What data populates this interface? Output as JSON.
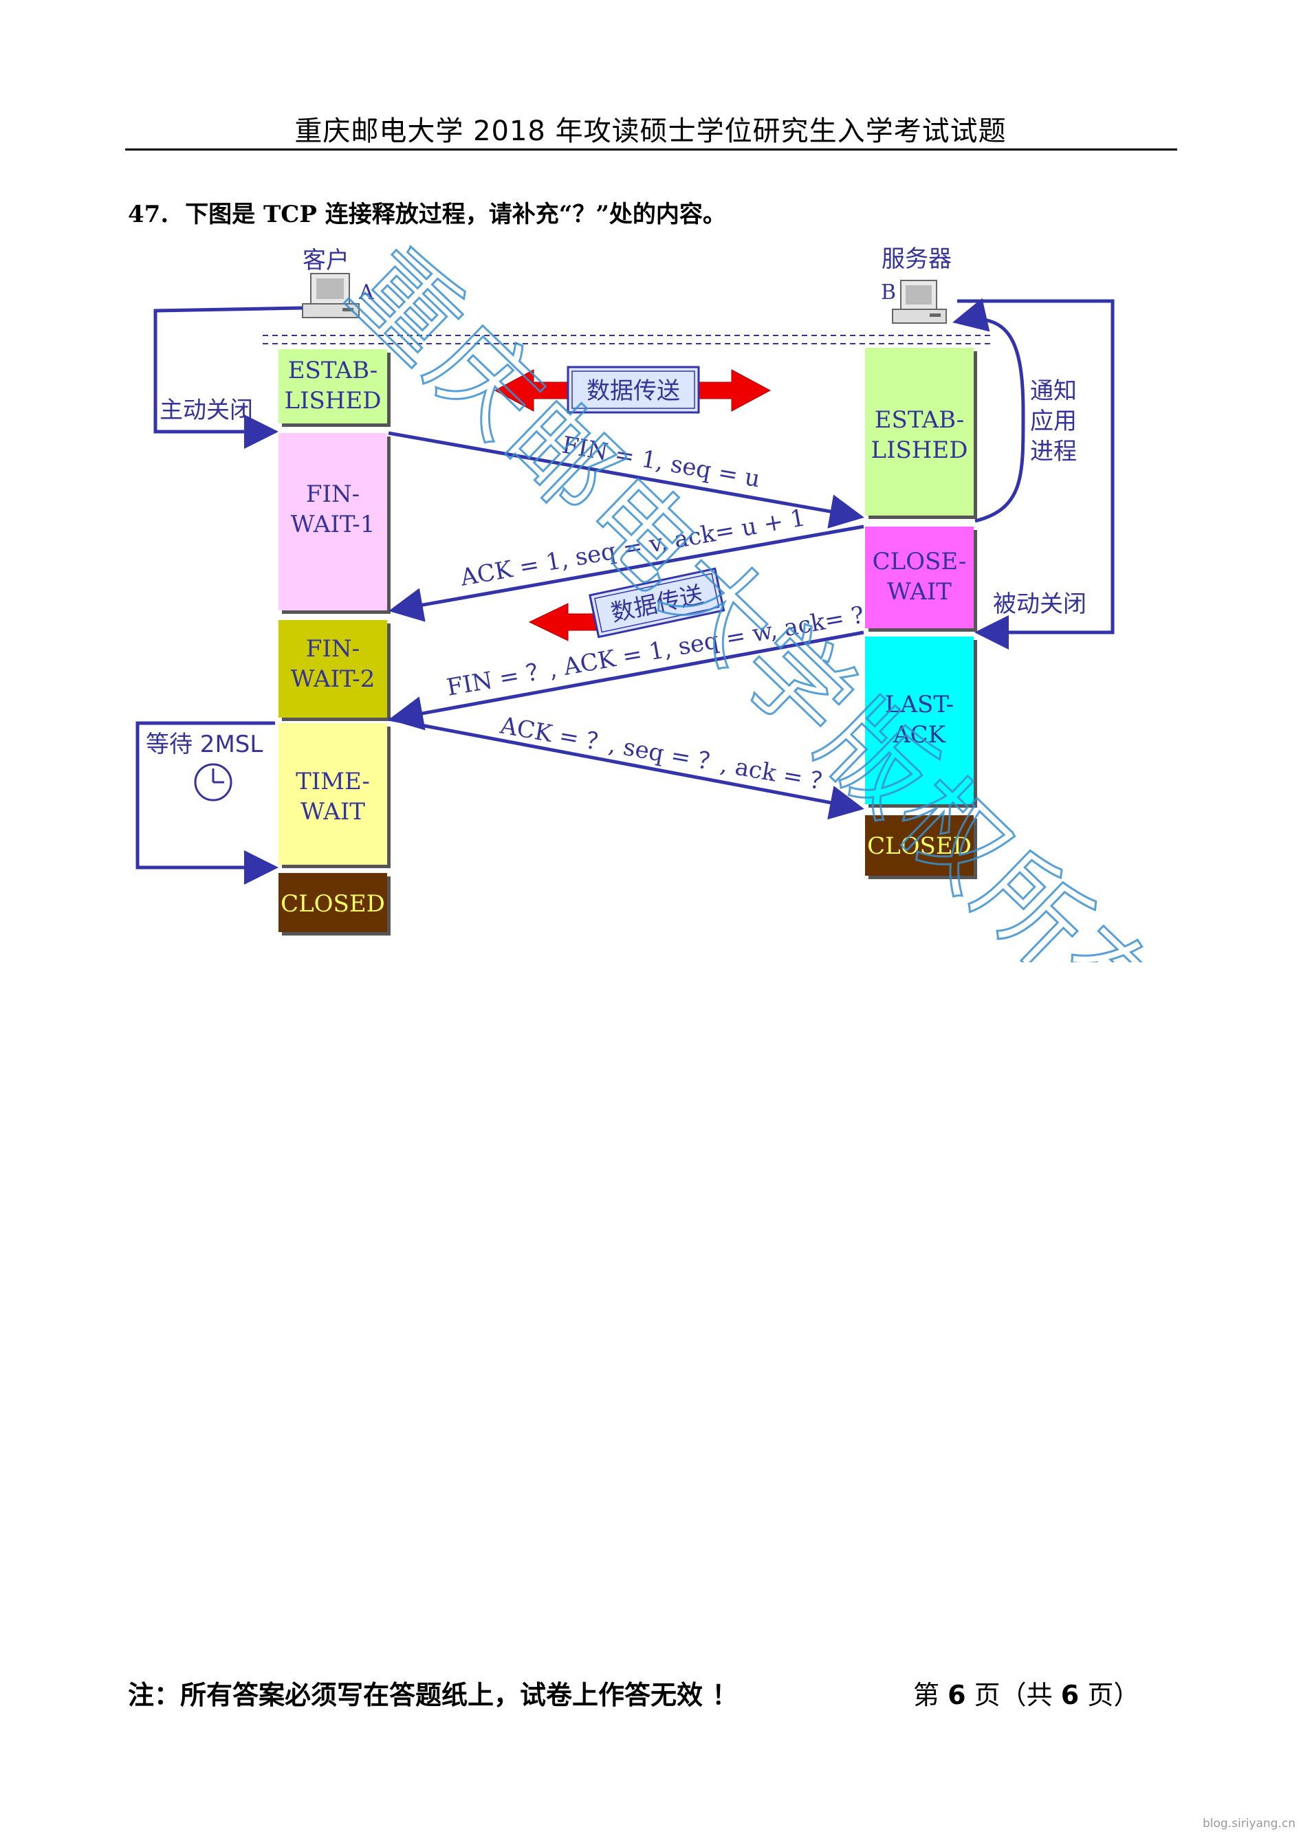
{
  "header": {
    "title": "重庆邮电大学 2018 年攻读硕士学位研究生入学考试试题"
  },
  "question": {
    "number": "47.",
    "text": "下图是 TCP 连接释放过程，请补充“？”处的内容。"
  },
  "diagram": {
    "client_label": "客户",
    "client_id": "A",
    "server_label": "服务器",
    "server_id": "B",
    "active_close": "主动关闭",
    "passive_close": "被动关闭",
    "notify_lines": [
      "通知",
      "应用",
      "进程"
    ],
    "data_transfer": "数据传送",
    "data_transfer_2": "数据传送",
    "wait_label": "等待 2MSL",
    "states_client": [
      {
        "lines": [
          "ESTAB-",
          "LISHED"
        ],
        "color": "#ccff99"
      },
      {
        "lines": [
          "FIN-",
          "WAIT-1"
        ],
        "color": "#ffccff"
      },
      {
        "lines": [
          "FIN-",
          "WAIT-2"
        ],
        "color": "#cccc00"
      },
      {
        "lines": [
          "TIME-",
          "WAIT"
        ],
        "color": "#ffff99"
      },
      {
        "lines": [
          "CLOSED"
        ],
        "color": "#663300"
      }
    ],
    "states_server": [
      {
        "lines": [
          "ESTAB-",
          "LISHED"
        ],
        "color": "#ccff99"
      },
      {
        "lines": [
          "CLOSE-",
          "WAIT"
        ],
        "color": "#ff66ff"
      },
      {
        "lines": [
          "LAST-",
          "ACK"
        ],
        "color": "#00ffff"
      },
      {
        "lines": [
          "CLOSED"
        ],
        "color": "#663300"
      }
    ],
    "messages": [
      "FIN = 1, seq = u",
      "ACK = 1, seq = v, ack= u + 1",
      "FIN = ？, ACK = 1, seq = w, ack= ?",
      "ACK = ？, seq = ？, ack = ？"
    ],
    "watermark": "重庆邮电大学版权所有",
    "colors": {
      "line": "#3333aa",
      "arrow_red": "#ee0000",
      "label": "#333399",
      "watermark": "#3a8fd0"
    }
  },
  "footer": {
    "note": "注：所有答案必须写在答题纸上，试卷上作答无效 ！",
    "page_prefix": "第",
    "page_num": "6",
    "page_mid": "页（共",
    "page_total": "6",
    "page_suffix": "页）"
  },
  "site_mark": "blog.siriyang.cn"
}
